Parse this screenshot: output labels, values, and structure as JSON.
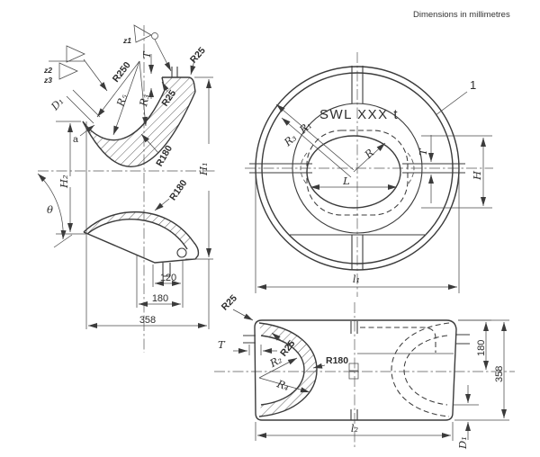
{
  "note": "Dimensions in millimetres",
  "side": {
    "z1": "z1",
    "z2": "z2",
    "z3": "z3",
    "t_top": "T",
    "r25_corner": "R25",
    "r250": "R250",
    "r5": "R₅",
    "r3": "R₃",
    "r25_inner": "R25",
    "r180_upper": "R180",
    "r180_lower": "R180",
    "d1": "D₁",
    "a": "a",
    "h1": "H₁",
    "h2": "H₂",
    "theta": "θ",
    "dim120": "120",
    "dim180": "180",
    "dim358": "358"
  },
  "front": {
    "swl": "SWL XXX t",
    "r1": "R₁",
    "r3": "R₃",
    "r": "R",
    "l": "L",
    "t": "T",
    "h": "H",
    "callout": "1",
    "l1": "l₁"
  },
  "plan": {
    "r25_outer": "R25",
    "t": "T",
    "r25_inner": "R25",
    "r2": "R₂",
    "r4": "R₄",
    "r180": "R180",
    "dim180": "180",
    "dim358": "358",
    "l2": "l₂",
    "d1": "D₁"
  }
}
